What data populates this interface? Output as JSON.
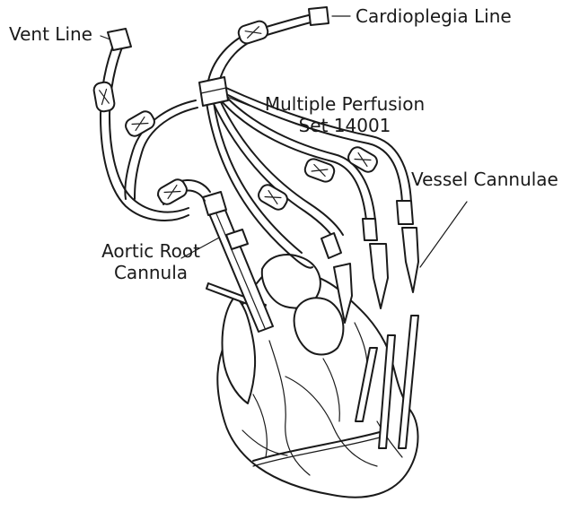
{
  "labels": {
    "vent_line": "Vent Line",
    "cardioplegia_line": "Cardioplegia Line",
    "multiple_perfusion_line1": "Multiple Perfusion",
    "multiple_perfusion_line2": "Set 14001",
    "vessel_cannulae": "Vessel Cannulae",
    "aortic_root_line1": "Aortic Root",
    "aortic_root_line2": "Cannula"
  }
}
